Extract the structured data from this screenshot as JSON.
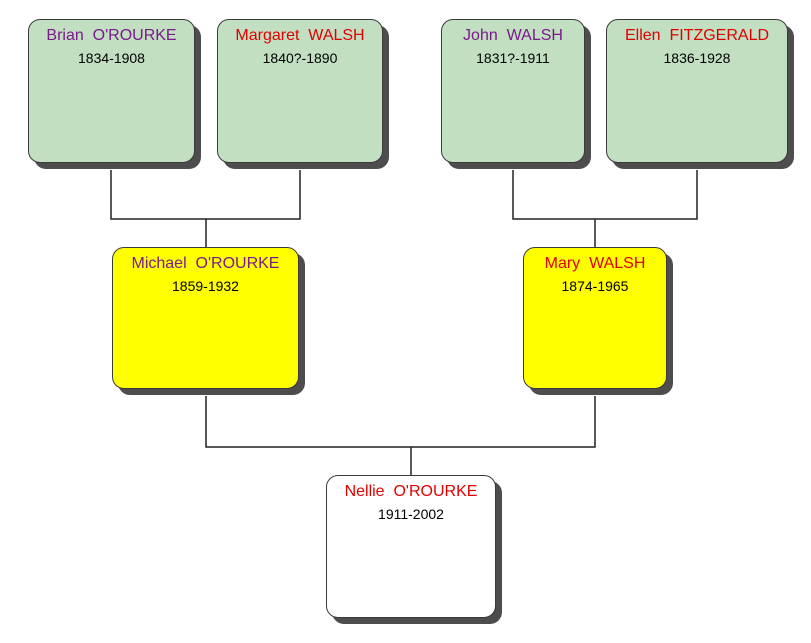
{
  "colors": {
    "male_name": "#7a1a8c",
    "female_name": "#e00000",
    "grandparent_fill": "#c2dfc2",
    "parent_fill": "#ffff00",
    "child_fill": "#ffffff",
    "line": "#222222"
  },
  "people": {
    "brian": {
      "name": "Brian  O'ROURKE",
      "dates": "1834-1908",
      "sex": "male"
    },
    "margaret": {
      "name": "Margaret  WALSH",
      "dates": "1840?-1890",
      "sex": "female"
    },
    "john": {
      "name": "John  WALSH",
      "dates": "1831?-1911",
      "sex": "male"
    },
    "ellen": {
      "name": "Ellen  FITZGERALD",
      "dates": "1836-1928",
      "sex": "female"
    },
    "michael": {
      "name": "Michael  O'ROURKE",
      "dates": "1859-1932",
      "sex": "male"
    },
    "mary": {
      "name": "Mary  WALSH",
      "dates": "1874-1965",
      "sex": "female"
    },
    "nellie": {
      "name": "Nellie  O'ROURKE",
      "dates": "1911-2002",
      "sex": "female"
    }
  }
}
